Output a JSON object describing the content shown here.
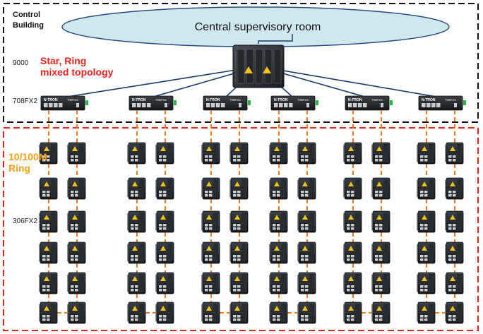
{
  "diagram": {
    "control_building_label": "Control\nBuilding",
    "central_room_label": "Central supervisory room",
    "core_switch_model": "9000",
    "topology_label": "Star, Ring\nmixed topology",
    "distribution_switch_model": "708FX2",
    "distribution_switch_brand": "N-TRON",
    "distribution_switch_submodel": "708FX2",
    "ring_speed_label": "10/100M\nRing",
    "edge_switch_model": "306FX2",
    "ring_count": 6,
    "switches_per_ring_column": 6,
    "colors": {
      "control_box_border": "#111111",
      "field_box_border": "#e8231d",
      "room_ellipse_fill": "#cfe8ee",
      "room_ellipse_stroke": "#2a4d80",
      "uplink_line": "#1b3a6b",
      "fiber_link": "#f07a22",
      "topology_text": "#e8231d",
      "ring_text": "#f5a21a"
    }
  }
}
